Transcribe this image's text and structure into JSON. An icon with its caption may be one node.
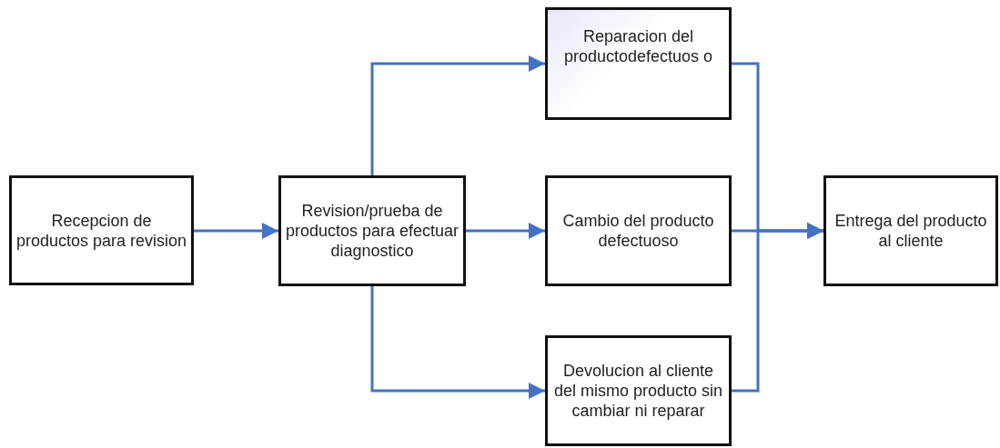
{
  "diagram": {
    "nodes": [
      {
        "text": [
          "Recepcion de productos para revision"
        ]
      },
      {
        "text": [
          "Revision/prueba de productos para efectuar diagnostico"
        ]
      },
      {
        "text": [
          "Reparacion del productodefectuos o"
        ]
      },
      {
        "text": [
          "Cambio del producto defectuoso"
        ]
      },
      {
        "text": [
          "Devolucion al cliente del mismo producto sin cambiar ni reparar"
        ]
      },
      {
        "text": [
          "Entrega del producto al cliente"
        ]
      }
    ],
    "edges": [
      {
        "from": 0,
        "to": 1,
        "arrow": "to"
      },
      {
        "from": 1,
        "to": 2,
        "arrow": "to"
      },
      {
        "from": 1,
        "to": 3,
        "arrow": "to"
      },
      {
        "from": 1,
        "to": 4,
        "arrow": "to"
      },
      {
        "from": 2,
        "to": 5,
        "arrow": "to"
      },
      {
        "from": 3,
        "to": 5,
        "arrow": "to"
      },
      {
        "from": 4,
        "to": 5,
        "arrow": "to"
      }
    ]
  }
}
